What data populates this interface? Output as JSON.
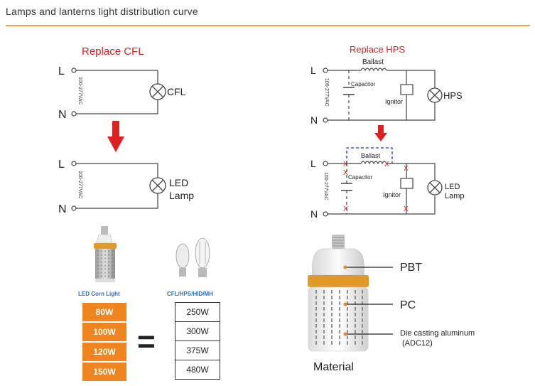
{
  "header": {
    "title": "Lamps and lanterns light distribution curve"
  },
  "cfl_diagram": {
    "title": "Replace CFL",
    "line_label": "L",
    "neutral_label": "N",
    "voltage_label": "100-277VAC",
    "before_lamp_label": "CFL",
    "after_lamp_label_1": "LED",
    "after_lamp_label_2": "Lamp"
  },
  "hps_diagram": {
    "title": "Replace HPS",
    "line_label": "L",
    "neutral_label": "N",
    "voltage_label": "100-277VAC",
    "ballast_label": "Ballast",
    "capacitor_label": "Capacitor",
    "ignitor_label": "Ignitor",
    "before_lamp_label": "HPS",
    "after_lamp_label_1": "LED",
    "after_lamp_label_2": "Lamp",
    "remove_mark": "X"
  },
  "comparison": {
    "led_caption": "LED Corn  Light",
    "legacy_caption": "CFL/HPS/HID/MH",
    "equals": "=",
    "led_watts": [
      "80W",
      "100W",
      "120W",
      "150W"
    ],
    "legacy_watts": [
      "250W",
      "300W",
      "375W",
      "480W"
    ]
  },
  "material": {
    "caption": "Material",
    "part_1": "PBT",
    "part_2": "PC",
    "part_3_line_1": "Die casting aluminum",
    "part_3_line_2": "(ADC12)"
  },
  "colors": {
    "accent": "#f0841e",
    "rule": "#f0a34a",
    "warning_red": "#e02020",
    "caption_blue": "#2b6fc0",
    "dashed_blue": "#2030c0"
  }
}
